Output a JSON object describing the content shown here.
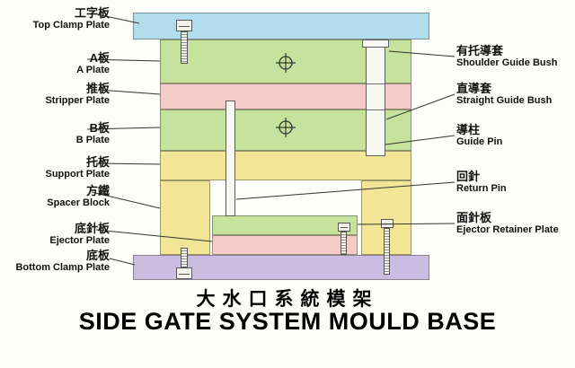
{
  "diagram": {
    "left_labels": [
      {
        "cn": "工字板",
        "en": "Top Clamp Plate"
      },
      {
        "cn": "A板",
        "en": "A Plate"
      },
      {
        "cn": "推板",
        "en": "Stripper Plate"
      },
      {
        "cn": "B板",
        "en": "B Plate"
      },
      {
        "cn": "托板",
        "en": "Support Plate"
      },
      {
        "cn": "方鐵",
        "en": "Spacer Block"
      },
      {
        "cn": "底針板",
        "en": "Ejector Plate"
      },
      {
        "cn": "底板",
        "en": "Bottom Clamp Plate"
      }
    ],
    "right_labels": [
      {
        "cn": "有托導套",
        "en": "Shoulder Guide Bush"
      },
      {
        "cn": "直導套",
        "en": "Straight Guide Bush"
      },
      {
        "cn": "導柱",
        "en": "Guide Pin"
      },
      {
        "cn": "回針",
        "en": "Return Pin"
      },
      {
        "cn": "面針板",
        "en": "Ejector Retainer Plate"
      }
    ]
  },
  "title": {
    "cn": "大水口系統模架",
    "en": "SIDE GATE SYSTEM MOULD BASE"
  },
  "colors": {
    "top_clamp_plate": "#b2ddef",
    "a_plate": "#c6e39e",
    "stripper_plate": "#f4cbc8",
    "b_plate": "#c6e39e",
    "support_plate": "#f2e596",
    "spacer_block": "#f2e596",
    "ejector_retainer_plate": "#c6e39e",
    "ejector_plate": "#f4cbc8",
    "bottom_clamp_plate": "#cbbde2",
    "pin_fill": "#f8f8f2"
  }
}
